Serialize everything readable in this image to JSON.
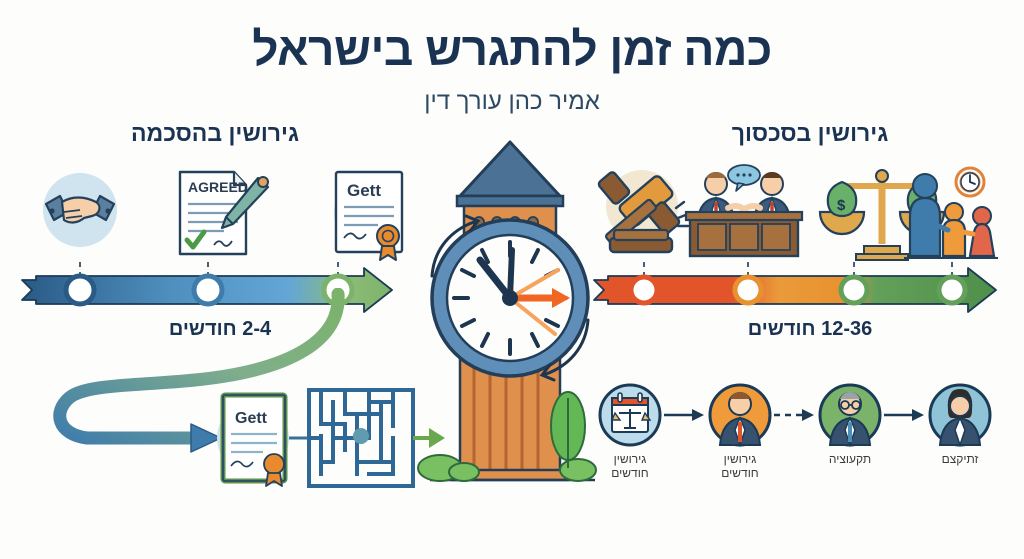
{
  "meta": {
    "background_color": "#fdfdfc",
    "title_color": "#1b3353",
    "accent_blue": "#2f6da3",
    "accent_green": "#6aa84f",
    "accent_orange": "#e8922f",
    "accent_red": "#e2542a"
  },
  "header": {
    "title": "כמה זמן להתגרש בישראל",
    "subtitle": "אמיר כהן עורך דין"
  },
  "left_panel": {
    "heading": "גירושין בהסכמה",
    "duration_label": "2-4 חודשים",
    "timeline_colors": [
      "#2a5a86",
      "#3f7cab",
      "#5ea4d4",
      "#7cb36a"
    ],
    "icons": [
      {
        "name": "handshake-icon",
        "label": ""
      },
      {
        "name": "agreed-document-icon",
        "label": "AGREED"
      },
      {
        "name": "gett-certificate-icon",
        "label": "Gett"
      }
    ]
  },
  "right_panel": {
    "heading": "גירושין בסכסוך",
    "duration_label": "12-36 חודשים",
    "timeline_colors": [
      "#e2542a",
      "#e8922f",
      "#63a05a",
      "#4f8f4a"
    ],
    "icons": [
      {
        "name": "gavel-icon",
        "label": ""
      },
      {
        "name": "courtroom-dispute-icon",
        "label": ""
      },
      {
        "name": "money-scales-icon",
        "label": ""
      },
      {
        "name": "family-clock-icon",
        "label": ""
      }
    ]
  },
  "center": {
    "name": "clock-tower",
    "tower_color": "#e0904d",
    "roof_color": "#4b7295",
    "clock_rim_color": "#5f8fb8",
    "pointer_color": "#ef6723"
  },
  "bottom_left_flow": {
    "certificate_label": "Gett",
    "maze_name": "maze-icon",
    "curve_from_color": "#7cb36a",
    "curve_to_color": "#3f7cab"
  },
  "process_steps": [
    {
      "icon": "calendar-scales-icon",
      "label": "גירושין\nחודשים",
      "circle_color": "#bcdcec",
      "ring_color": "#2a5a86",
      "connector": "solid"
    },
    {
      "icon": "lawyer-orange-icon",
      "label": "גירושין\nחודשים",
      "circle_color": "#ef9b3b",
      "ring_color": "#c4761f",
      "connector": "dashed"
    },
    {
      "icon": "judge-green-icon",
      "label": "תקעוציה",
      "circle_color": "#7cb36a",
      "ring_color": "#4f8f4a",
      "connector": "solid"
    },
    {
      "icon": "woman-professional-icon",
      "label": "זתיקצם",
      "circle_color": "#8fc4d8",
      "ring_color": "#3f7cab",
      "connector": "none"
    }
  ]
}
